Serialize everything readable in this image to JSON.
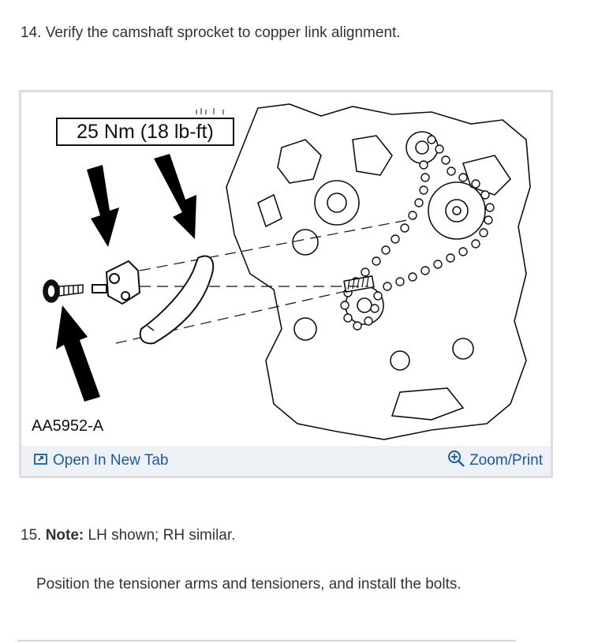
{
  "step14": {
    "text": "14. Verify the camshaft sprocket to copper link alignment."
  },
  "figure": {
    "torque_label": "25 Nm (18 lb-ft)",
    "figure_id": "AA5952-A",
    "open_new_tab_label": "Open In New Tab",
    "zoom_print_label": "Zoom/Print",
    "link_color": "#1a5aa6"
  },
  "step15": {
    "number": "15.",
    "note_label": "Note:",
    "note_text": "LH shown; RH similar.",
    "instruction": "Position the tensioner arms and tensioners, and install the bolts."
  }
}
